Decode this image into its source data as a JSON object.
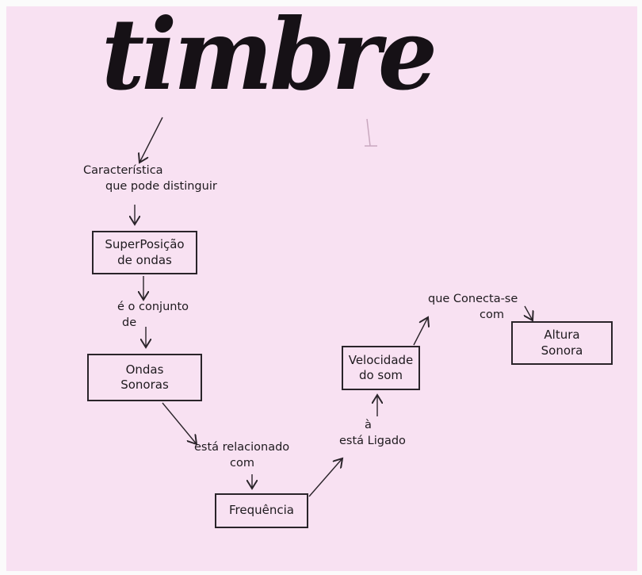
{
  "title": "timbre",
  "nodes": {
    "caracteristica": {
      "line1": "Característica",
      "line2": "que pode distinguir"
    },
    "superposicao": {
      "line1": "SuperPosição",
      "line2": "de ondas"
    },
    "conjunto": {
      "line1": "é o conjunto",
      "line2": "de"
    },
    "ondas": {
      "line1": "Ondas",
      "line2": "Sonoras"
    },
    "relacionado": {
      "line1": "está relacionado",
      "line2": "com"
    },
    "frequencia": {
      "label": "Frequência"
    },
    "ligado": {
      "line1": "à",
      "line2": "está Ligado"
    },
    "velocidade": {
      "line1": "Velocidade",
      "line2": "do som"
    },
    "conecta": {
      "line1": "que Conecta-se",
      "line2": "com"
    },
    "altura": {
      "line1": "Altura",
      "line2": "Sonora"
    }
  },
  "colors": {
    "paper": "#f8e1f2",
    "ink": "#1e1a1e",
    "title_ink": "#161116"
  }
}
